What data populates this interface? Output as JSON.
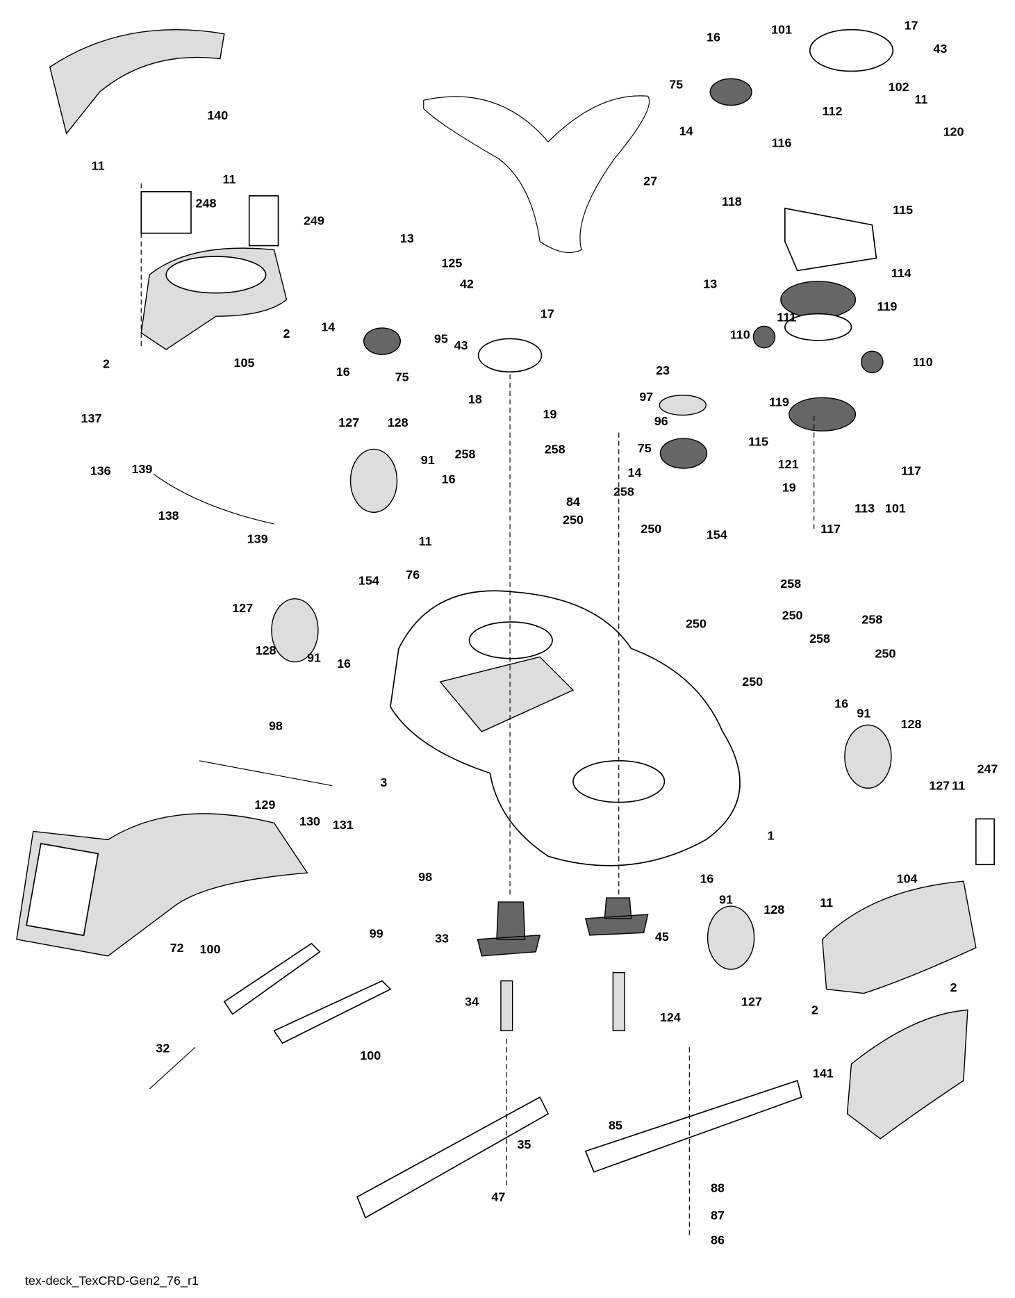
{
  "diagram": {
    "caption": "tex-deck_TexCRD-Gen2_76_r1",
    "callouts": [
      "140",
      "11",
      "248",
      "11",
      "249",
      "105",
      "2",
      "2",
      "13",
      "125",
      "42",
      "14",
      "95",
      "16",
      "75",
      "43",
      "17",
      "18",
      "19",
      "137",
      "136",
      "139",
      "138",
      "139",
      "127",
      "128",
      "91",
      "16",
      "258",
      "258",
      "84",
      "11",
      "76",
      "250",
      "258",
      "250",
      "14",
      "75",
      "96",
      "97",
      "23",
      "154",
      "154",
      "127",
      "128",
      "91",
      "16",
      "98",
      "258",
      "250",
      "250",
      "258",
      "250",
      "258",
      "250",
      "16",
      "91",
      "128",
      "127",
      "11",
      "247",
      "3",
      "1",
      "129",
      "130",
      "131",
      "98",
      "72",
      "100",
      "99",
      "33",
      "45",
      "16",
      "91",
      "128",
      "127",
      "104",
      "11",
      "2",
      "2",
      "34",
      "124",
      "32",
      "100",
      "141",
      "85",
      "35",
      "47",
      "88",
      "87",
      "86",
      "16",
      "101",
      "17",
      "43",
      "75",
      "102",
      "112",
      "11",
      "14",
      "116",
      "120",
      "27",
      "118",
      "115",
      "13",
      "114",
      "119",
      "111",
      "110",
      "110",
      "119",
      "115",
      "121",
      "117",
      "19",
      "117",
      "113",
      "101"
    ]
  }
}
